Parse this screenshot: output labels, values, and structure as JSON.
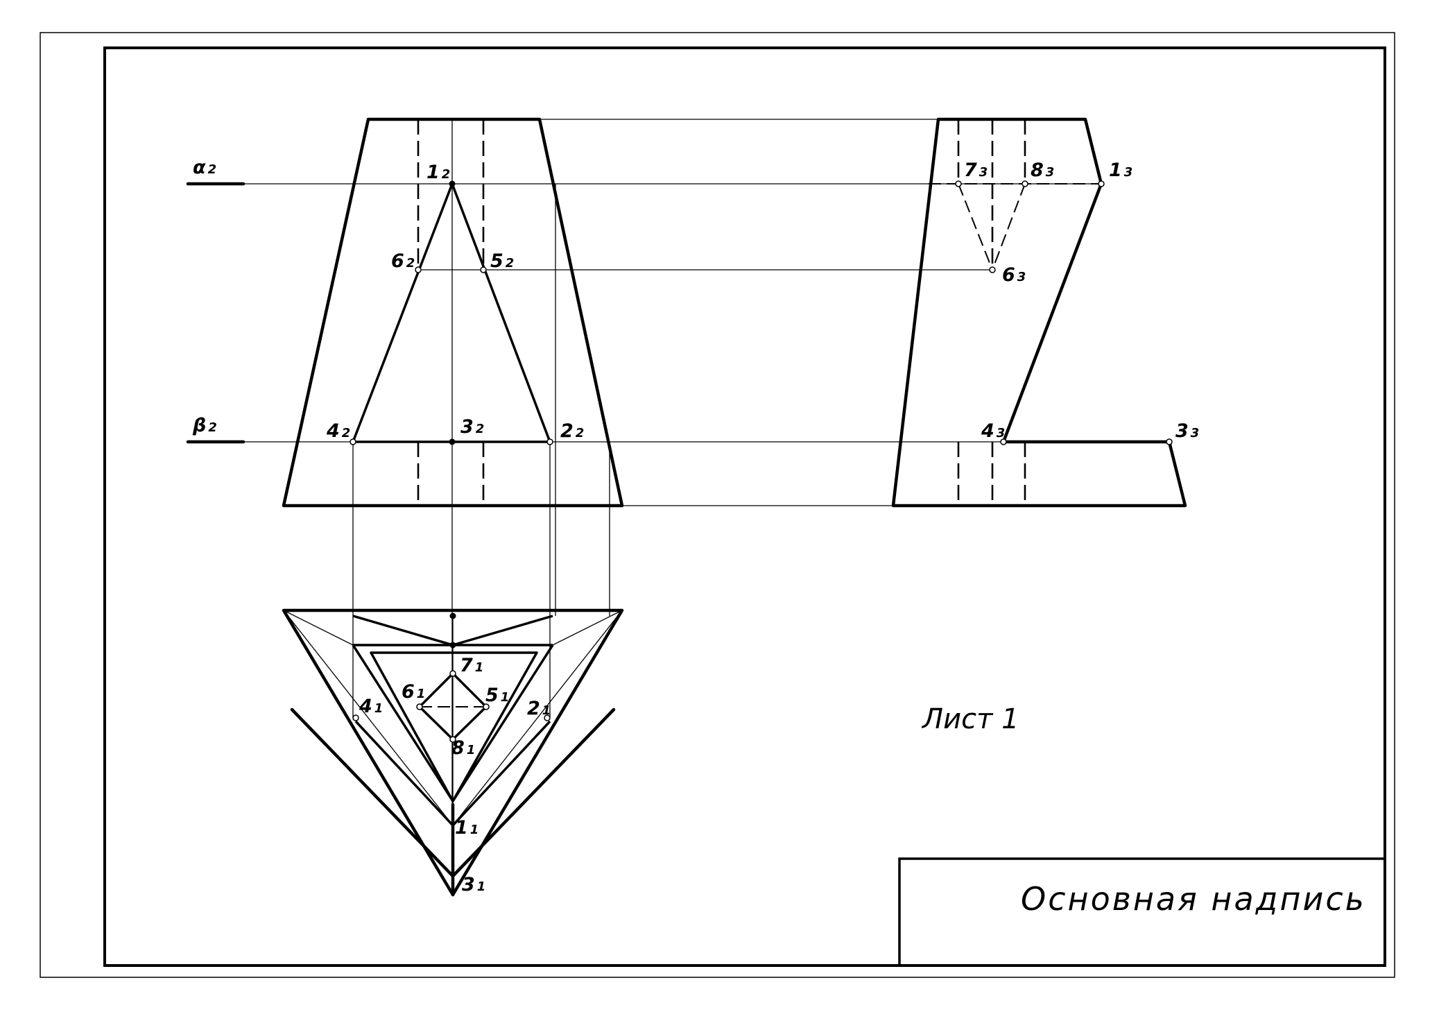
{
  "planes": [
    {
      "id": "alpha",
      "letter": "α",
      "sub": "2"
    },
    {
      "id": "beta",
      "letter": "β",
      "sub": "2"
    }
  ],
  "points": [
    {
      "id": "1-2",
      "n": "1",
      "sub": "2"
    },
    {
      "id": "2-2",
      "n": "2",
      "sub": "2"
    },
    {
      "id": "3-2",
      "n": "3",
      "sub": "2"
    },
    {
      "id": "4-2",
      "n": "4",
      "sub": "2"
    },
    {
      "id": "5-2",
      "n": "5",
      "sub": "2"
    },
    {
      "id": "6-2",
      "n": "6",
      "sub": "2"
    },
    {
      "id": "1-3",
      "n": "1",
      "sub": "3"
    },
    {
      "id": "3-3",
      "n": "3",
      "sub": "3"
    },
    {
      "id": "4-3",
      "n": "4",
      "sub": "3"
    },
    {
      "id": "6-3",
      "n": "6",
      "sub": "3"
    },
    {
      "id": "7-3",
      "n": "7",
      "sub": "3"
    },
    {
      "id": "8-3",
      "n": "8",
      "sub": "3"
    },
    {
      "id": "1-1",
      "n": "1",
      "sub": "1"
    },
    {
      "id": "2-1",
      "n": "2",
      "sub": "1"
    },
    {
      "id": "3-1",
      "n": "3",
      "sub": "1"
    },
    {
      "id": "4-1",
      "n": "4",
      "sub": "1"
    },
    {
      "id": "5-1",
      "n": "5",
      "sub": "1"
    },
    {
      "id": "6-1",
      "n": "6",
      "sub": "1"
    },
    {
      "id": "7-1",
      "n": "7",
      "sub": "1"
    },
    {
      "id": "8-1",
      "n": "8",
      "sub": "1"
    }
  ],
  "sheet_label": "Лист 1",
  "title_block": {
    "text": "Основная надпись"
  }
}
